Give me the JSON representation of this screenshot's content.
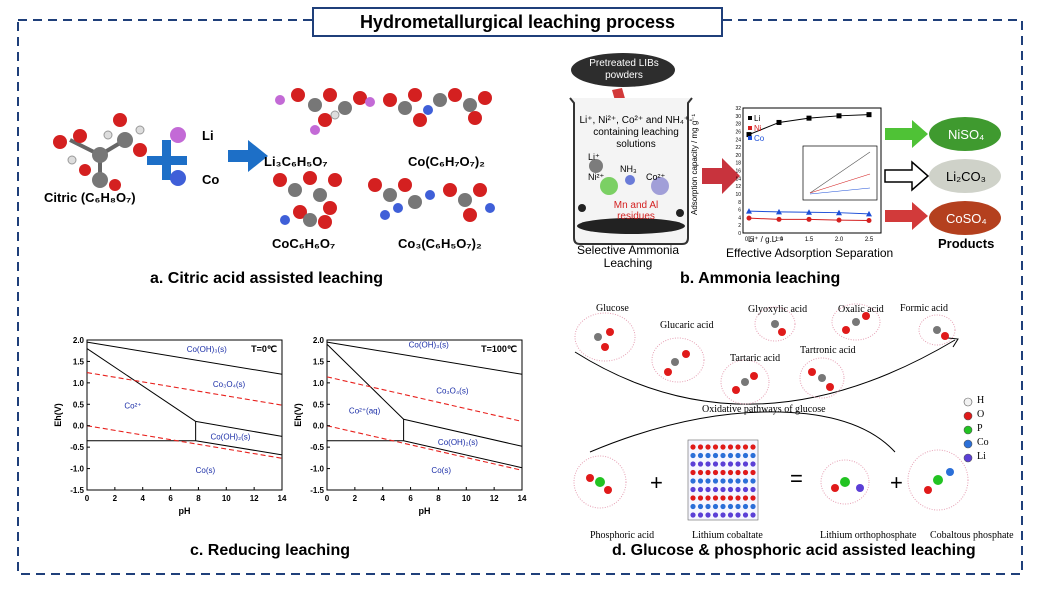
{
  "title": "Hydrometallurgical leaching process",
  "panel_a": {
    "caption": "a. Citric acid assisted leaching",
    "reactant": "Citric (C₆H₈O₇)",
    "plus": "+",
    "ions": [
      "Li",
      "Co"
    ],
    "products": [
      "Li₃C₆H₅O₇",
      "Co(C₆H₇O₇)₂",
      "CoC₆H₆O₇",
      "Co₃(C₆H₅O₇)₂"
    ]
  },
  "panel_b": {
    "caption": "b. Ammonia leaching",
    "input_label": "Pretreated LIBs powders",
    "solution_label": "Li⁺, Ni²⁺, Co²⁺ and NH₄⁺-containing leaching solutions",
    "ions": [
      "Li⁺",
      "NH₃",
      "Ni²⁺",
      "Co²⁺"
    ],
    "residue_label": "Mn and Al residues",
    "step1": "Selective Ammonia Leaching",
    "step2": "Effective Adsorption Separation",
    "products_label": "Products",
    "products": [
      "NiSO₄",
      "Li₂CO₃",
      "CoSO₄"
    ],
    "product_colors": [
      "#3f9a2f",
      "#cfd2c9",
      "#b4401e"
    ],
    "adsorption_chart": {
      "ylabel": "Adsorption capacity / mg g⁻¹",
      "xlabel": "Li⁺ / g.L⁻¹",
      "legend": [
        "Li",
        "Ni",
        "Co"
      ],
      "x_ticks": [
        "0.5",
        "1.0",
        "1.5",
        "2.0",
        "2.5"
      ],
      "y_ticks": [
        "0",
        "2",
        "4",
        "6",
        "8",
        "10",
        "12",
        "14",
        "16",
        "18",
        "20",
        "22",
        "24",
        "26",
        "28",
        "30",
        "32"
      ]
    }
  },
  "panel_c": {
    "caption": "c. Reducing leaching",
    "colors": {
      "boundary": "#000000",
      "water_lines": "#e8211d",
      "species": "#1c2fa8"
    }
  },
  "panel_d": {
    "caption": "d. Glucose & phosphoric acid assisted leaching",
    "pathway_label": "Oxidative pathways of glucose",
    "molecules": [
      "Glucose",
      "Glucaric acid",
      "Glyoxylic acid",
      "Oxalic acid",
      "Formic acid",
      "Tartaric acid",
      "Tartronic acid"
    ],
    "legend": [
      {
        "label": "H",
        "color": "#f2f2f2"
      },
      {
        "label": "O",
        "color": "#e01a1a"
      },
      {
        "label": "P",
        "color": "#22c322"
      },
      {
        "label": "Co",
        "color": "#2b6fd8"
      },
      {
        "label": "Li",
        "color": "#5b3fd6"
      }
    ],
    "equation": [
      "Phosphoric acid",
      "+",
      "Lithium cobaltate",
      "=",
      "Lithium orthophosphate",
      "+",
      "Cobaltous phosphate"
    ]
  },
  "chart_data": [
    {
      "type": "line",
      "title": "T=0℃",
      "xlabel": "pH",
      "ylabel": "Eh(V)",
      "xlim": [
        0,
        14
      ],
      "ylim": [
        -1.5,
        2.0
      ],
      "x_ticks": [
        "0",
        "2",
        "4",
        "6",
        "8",
        "10",
        "12",
        "14"
      ],
      "y_ticks": [
        "2.0",
        "1.5",
        "1.0",
        "0.5",
        "0.0",
        "-0.5",
        "-1.0",
        "-1.5"
      ],
      "series": [
        {
          "style": "solid",
          "points": [
            [
              0,
              1.95
            ],
            [
              14,
              1.2
            ]
          ]
        },
        {
          "style": "solid",
          "points": [
            [
              0,
              1.8
            ],
            [
              7.8,
              0.1
            ]
          ]
        },
        {
          "style": "solid",
          "points": [
            [
              7.8,
              0.1
            ],
            [
              14,
              -0.25
            ]
          ]
        },
        {
          "style": "solid",
          "points": [
            [
              7.8,
              0.1
            ],
            [
              7.8,
              -0.35
            ]
          ]
        },
        {
          "style": "solid",
          "points": [
            [
              0,
              -0.35
            ],
            [
              7.8,
              -0.35
            ]
          ]
        },
        {
          "style": "solid",
          "points": [
            [
              7.8,
              -0.35
            ],
            [
              14,
              -0.68
            ]
          ]
        },
        {
          "style": "dashed",
          "points": [
            [
              0,
              1.24
            ],
            [
              14,
              0.48
            ]
          ]
        },
        {
          "style": "dashed",
          "points": [
            [
              0,
              0.0
            ],
            [
              14,
              -0.76
            ]
          ]
        }
      ],
      "annotations": [
        {
          "text": "Co(OH)₃(s)",
          "x": 8.6,
          "y": 1.72
        },
        {
          "text": "Co₃O₄(s)",
          "x": 10.2,
          "y": 0.9
        },
        {
          "text": "Co²⁺",
          "x": 3.3,
          "y": 0.4
        },
        {
          "text": "Co(OH)₂(s)",
          "x": 10.3,
          "y": -0.32
        },
        {
          "text": "Co(s)",
          "x": 8.5,
          "y": -1.1
        }
      ]
    },
    {
      "type": "line",
      "title": "T=100℃",
      "xlabel": "pH",
      "ylabel": "Eh(V)",
      "xlim": [
        0,
        14
      ],
      "ylim": [
        -1.5,
        2.0
      ],
      "x_ticks": [
        "0",
        "2",
        "4",
        "6",
        "8",
        "10",
        "12",
        "14"
      ],
      "y_ticks": [
        "2.0",
        "1.5",
        "1.0",
        "0.5",
        "0.0",
        "-0.5",
        "-1.0",
        "-1.5"
      ],
      "series": [
        {
          "style": "solid",
          "points": [
            [
              0,
              1.95
            ],
            [
              14,
              1.2
            ]
          ]
        },
        {
          "style": "solid",
          "points": [
            [
              0,
              1.9
            ],
            [
              5.5,
              0.15
            ]
          ]
        },
        {
          "style": "solid",
          "points": [
            [
              5.5,
              0.15
            ],
            [
              14,
              -0.48
            ]
          ]
        },
        {
          "style": "solid",
          "points": [
            [
              5.5,
              0.15
            ],
            [
              5.5,
              -0.35
            ]
          ]
        },
        {
          "style": "solid",
          "points": [
            [
              0,
              -0.35
            ],
            [
              5.5,
              -0.35
            ]
          ]
        },
        {
          "style": "solid",
          "points": [
            [
              5.5,
              -0.35
            ],
            [
              14,
              -0.98
            ]
          ]
        },
        {
          "style": "dashed",
          "points": [
            [
              0,
              1.14
            ],
            [
              14,
              0.1
            ]
          ]
        },
        {
          "style": "dashed",
          "points": [
            [
              0,
              0.0
            ],
            [
              14,
              -1.04
            ]
          ]
        }
      ],
      "annotations": [
        {
          "text": "Co(OH)₃(s)",
          "x": 7.3,
          "y": 1.82
        },
        {
          "text": "Co₃O₄(s)",
          "x": 9.0,
          "y": 0.75
        },
        {
          "text": "Co²⁺(aq)",
          "x": 2.7,
          "y": 0.28
        },
        {
          "text": "Co(OH)₂(s)",
          "x": 9.4,
          "y": -0.45
        },
        {
          "text": "Co(s)",
          "x": 8.2,
          "y": -1.1
        }
      ]
    },
    {
      "type": "line",
      "title": "",
      "xlabel": "Li⁺ / g.L⁻¹",
      "ylabel": "Adsorption capacity / mg g⁻¹",
      "xlim": [
        0.4,
        2.7
      ],
      "ylim": [
        0,
        32
      ],
      "series": [
        {
          "name": "Li",
          "x": [
            0.5,
            1.0,
            1.5,
            2.0,
            2.5
          ],
          "values": [
            25.2,
            28.3,
            29.4,
            30.0,
            30.3
          ]
        },
        {
          "name": "Ni",
          "x": [
            0.5,
            1.0,
            1.5,
            2.0,
            2.5
          ],
          "values": [
            3.8,
            3.5,
            3.5,
            3.3,
            3.2
          ]
        },
        {
          "name": "Co",
          "x": [
            0.5,
            1.0,
            1.5,
            2.0,
            2.5
          ],
          "values": [
            5.6,
            5.4,
            5.3,
            5.2,
            4.9
          ]
        }
      ]
    }
  ]
}
